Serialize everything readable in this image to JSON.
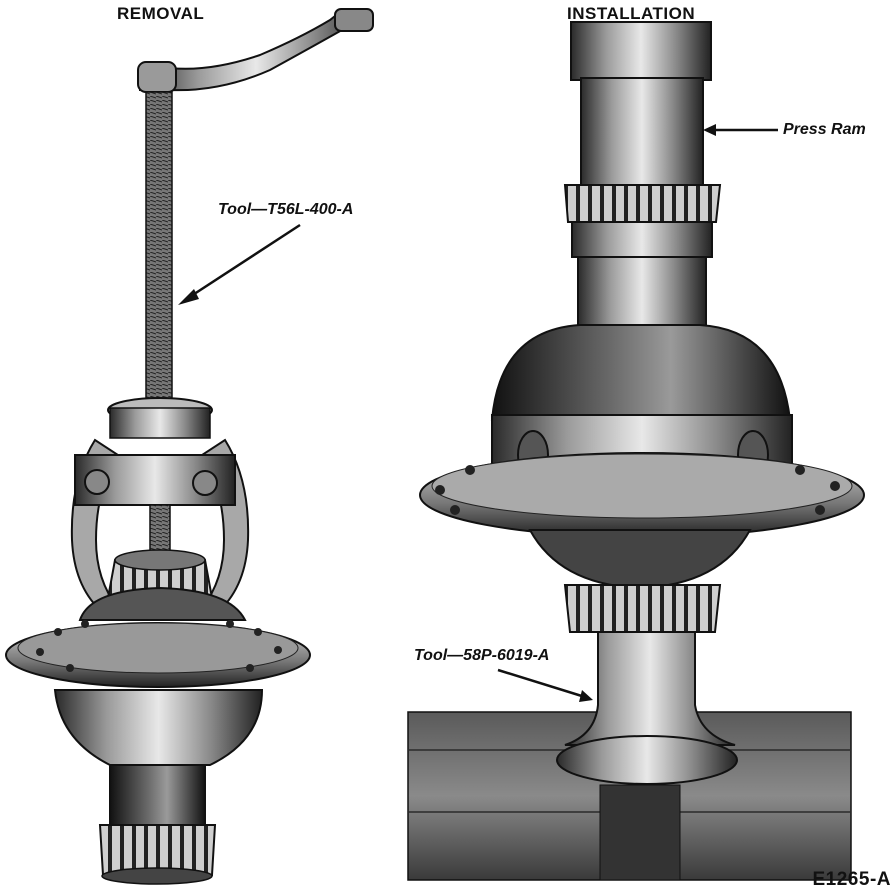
{
  "headings": {
    "removal": "REMOVAL",
    "installation": "INSTALLATION"
  },
  "callouts": {
    "removal_tool": "Tool—T56L-400-A",
    "press_ram": "Press Ram",
    "installation_tool": "Tool—58P-6019-A"
  },
  "figure_id": "E1265-A"
}
